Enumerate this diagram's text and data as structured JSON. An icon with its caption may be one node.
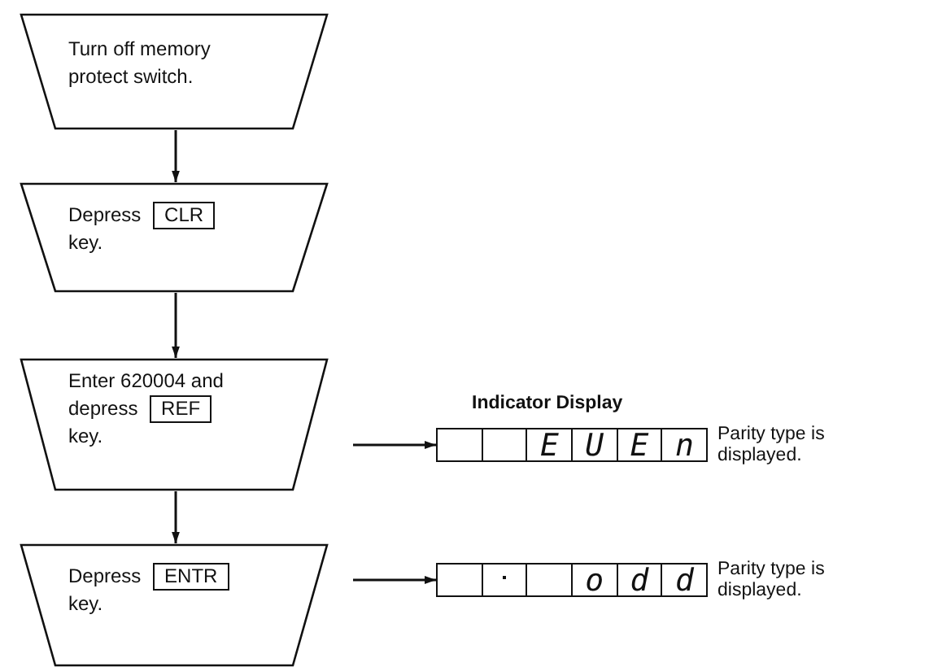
{
  "diagram": {
    "nodes": [
      {
        "text": [
          "Turn off memory protect switch."
        ]
      },
      {
        "text": [
          "Depress",
          "CLR",
          "key."
        ]
      },
      {
        "text": [
          "Enter 620004 and depress",
          "REF",
          "key."
        ]
      },
      {
        "text": [
          "Depress",
          "ENTR",
          "key."
        ]
      },
      {
        "text": [
          "E",
          "U",
          "E",
          "n"
        ],
        "beside": [
          "Parity type is displayed."
        ]
      },
      {
        "text": [
          "o",
          "d",
          "d"
        ],
        "beside": [
          "Parity type is displayed."
        ]
      }
    ],
    "edges": [
      {
        "from": 0,
        "to": 1,
        "arrow": "to"
      },
      {
        "from": 1,
        "to": 2,
        "arrow": "to"
      },
      {
        "from": 2,
        "to": 3,
        "arrow": "to"
      },
      {
        "from": 2,
        "to": 4,
        "arrow": "to"
      },
      {
        "from": 3,
        "to": 5,
        "arrow": "to"
      }
    ],
    "labels": [
      "Indicator Display"
    ]
  }
}
